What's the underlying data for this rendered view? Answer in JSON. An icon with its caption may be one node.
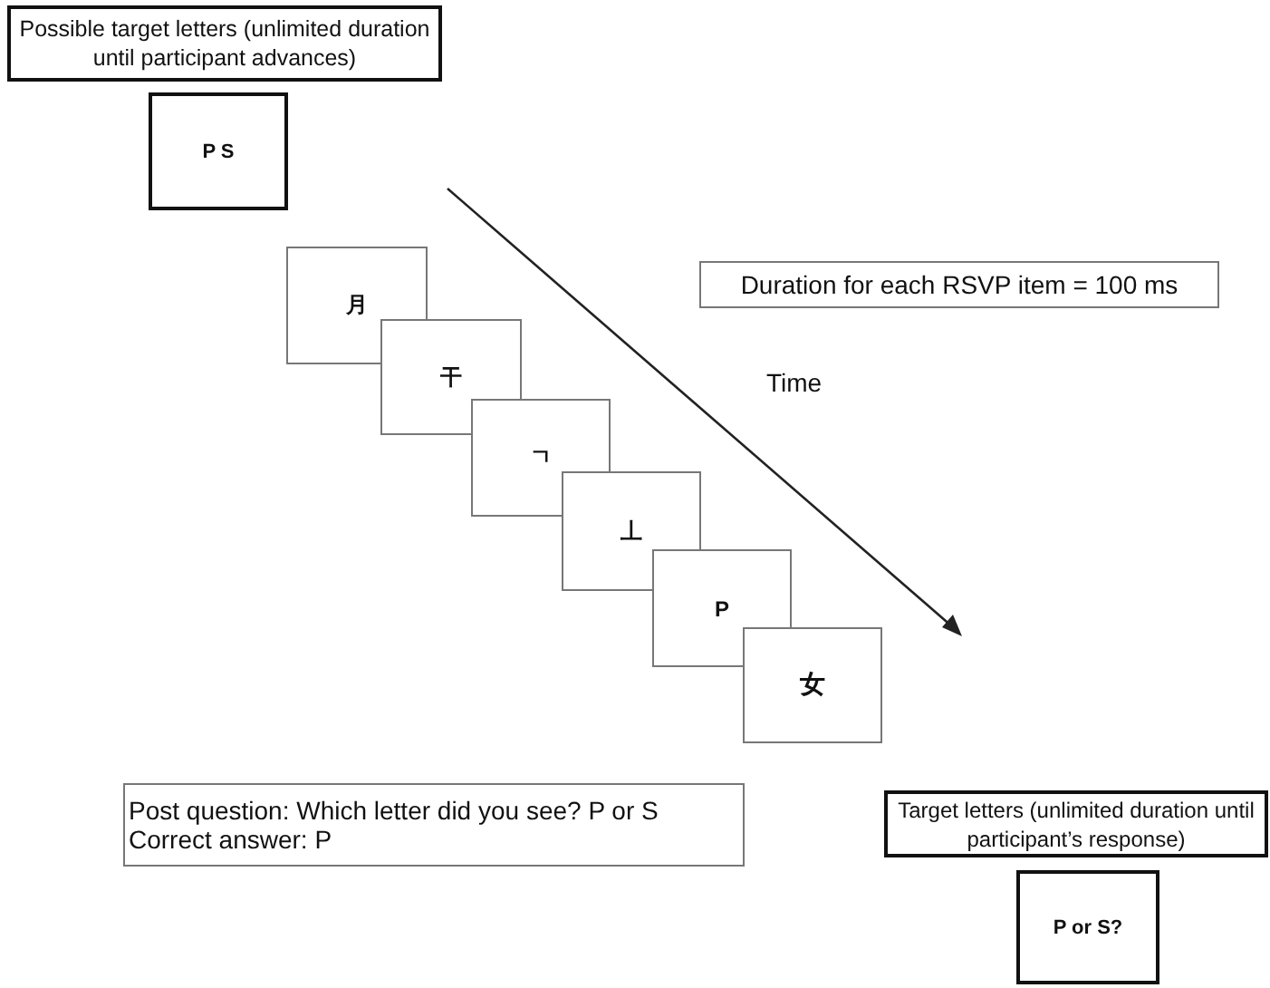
{
  "diagram": {
    "nodes": [
      {
        "text": [
          "Possible target letters (unlimited duration until participant advances)"
        ]
      },
      {
        "text": [
          "P S"
        ]
      },
      {
        "text": [
          "Duration for each RSVP item = 100 ms"
        ]
      },
      {
        "text": [
          "月"
        ]
      },
      {
        "text": [
          "干"
        ]
      },
      {
        "text": [
          "ㄱ"
        ]
      },
      {
        "text": [
          "丄"
        ]
      },
      {
        "text": [
          "P"
        ]
      },
      {
        "text": [
          "女"
        ]
      },
      {
        "text": [
          "Post question: Which letter did you see? P or S Correct answer: P"
        ]
      },
      {
        "text": [
          "Target letters (unlimited duration until participant’s response)"
        ]
      },
      {
        "text": [
          "P or S?"
        ]
      }
    ],
    "labels": [
      "Time"
    ]
  }
}
